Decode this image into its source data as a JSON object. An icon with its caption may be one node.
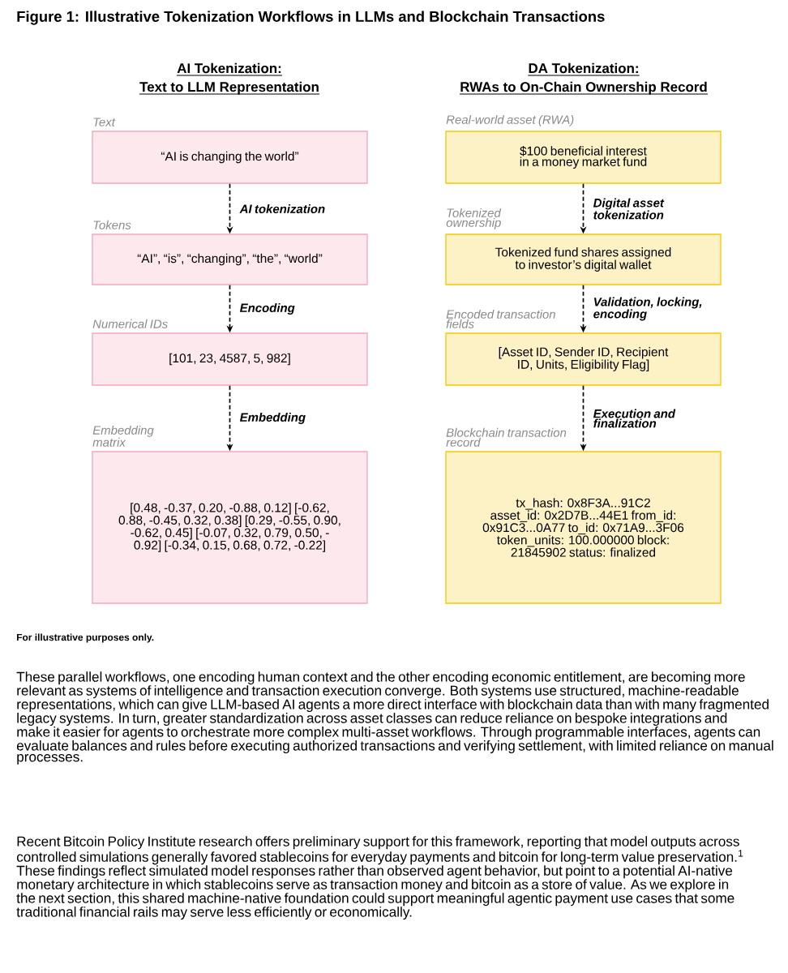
{
  "diagram": {
    "title": "Figure 1: Illustrative Tokenization Workflows in LLMs and Blockchain Transactions",
    "caption": "For illustrative purposes only.",
    "nodes": [
      {
        "text": [
          "“AI is changing the world”"
        ],
        "beside": [
          "Text"
        ]
      },
      {
        "text": [
          "“AI”, “is”, “changing”, “the”, “world”"
        ],
        "beside": [
          "Tokens"
        ]
      },
      {
        "text": [
          "[101, 23, 4587, 5, 982]"
        ],
        "beside": [
          "Numerical IDs"
        ]
      },
      {
        "text": [
          "[0.48, -0.37, 0.20, -0.88, 0.12] [-0.62, 0.88, -0.45, 0.32, 0.38] [0.29, -0.55, 0.90, -0.62, 0.45] [-0.07, 0.32, 0.79, 0.50, -0.92] [-0.34, 0.15, 0.68, 0.72, -0.22]"
        ],
        "beside": [
          "Embedding matrix"
        ]
      },
      {
        "text": [
          "$100 beneficial interest in a money market fund"
        ],
        "beside": [
          "Real-world asset (RWA)"
        ]
      },
      {
        "text": [
          "Tokenized fund shares assigned to investor’s digital wallet"
        ],
        "beside": [
          "Tokenized ownership"
        ]
      },
      {
        "text": [
          "[Asset ID, Sender ID, Recipient ID, Units, Eligibility Flag]"
        ],
        "beside": [
          "Encoded transaction fields"
        ]
      },
      {
        "text": [
          "tx_hash: 0x8F3A...91C2 asset_id: 0x2D7B...44E1 from_id: 0x91C3...0A77 to_id: 0x71A9...3F06 token_units: 100.000000 block: 21845902 status: finalized"
        ],
        "beside": [
          "Blockchain transaction record"
        ]
      }
    ],
    "edges": [
      {
        "from": 0,
        "to": 1,
        "arrow": "to",
        "label": "AI tokenization",
        "style": "dashed"
      },
      {
        "from": 1,
        "to": 2,
        "arrow": "to",
        "label": "Encoding",
        "style": "dashed"
      },
      {
        "from": 2,
        "to": 3,
        "arrow": "to",
        "label": "Embedding",
        "style": "dashed"
      },
      {
        "from": 4,
        "to": 5,
        "arrow": "to",
        "label": "Digital asset tokenization",
        "style": "dashed"
      },
      {
        "from": 5,
        "to": 6,
        "arrow": "to",
        "label": "Validation, locking, encoding",
        "style": "dashed"
      },
      {
        "from": 6,
        "to": 7,
        "arrow": "to",
        "label": "Execution and finalization",
        "style": "dashed"
      }
    ],
    "labels": [
      "AI Tokenization:",
      "Text to LLM Representation",
      "DA Tokenization:",
      "RWAs to On-Chain Ownership Record",
      "These parallel workflows, one encoding human context and the other encoding economic entitlement, are becoming more relevant as systems of intelligence and transaction execution converge. Both systems use structured, machine-readable representations, which can give LLM-based AI agents a more direct interface with blockchain data than with many fragmented legacy systems. In turn, greater standardization across asset classes can reduce reliance on bespoke integrations and make it easier for agents to orchestrate more complex multi-asset workflows. Through programmable interfaces, agents can evaluate balances and rules before executing authorized transactions and verifying settlement, with limited reliance on manual processes.",
      "Recent Bitcoin Policy Institute research offers preliminary support for this framework, reporting that model outputs across controlled simulations generally favored stablecoins for everyday payments and bitcoin for long-term value preservation.$^{1}$ These findings reflect simulated model responses rather than observed agent behavior, but point to a potential AI-native monetary architecture in which stablecoins serve as transaction money and bitcoin as a store of value. As we explore in the next section, this shared machine-native foundation could support meaningful agentic payment use cases that some traditional financial rails may serve less efficiently or economically."
    ]
  }
}
